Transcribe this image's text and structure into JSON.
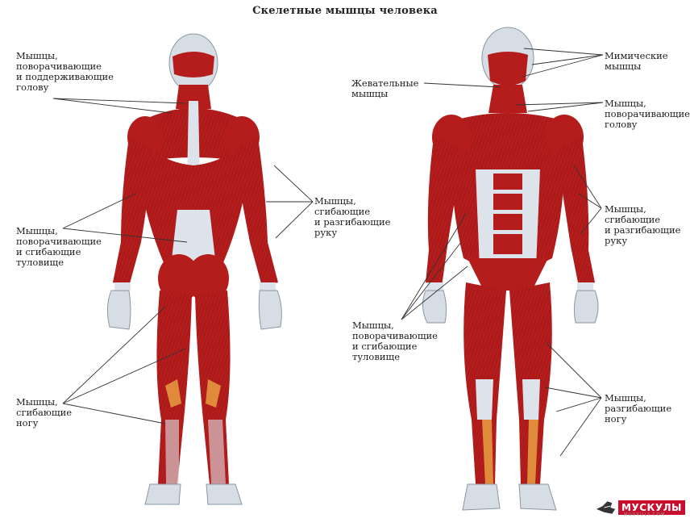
{
  "title": "Скелетные мышцы человека",
  "colors": {
    "muscle": "#b51d1d",
    "muscle_dark": "#7e0f10",
    "muscle_light": "#d9494a",
    "tendon": "#dde3ea",
    "tendon_shade": "#aeb8c4",
    "orange": "#e08a3c",
    "line": "#333333"
  },
  "labels": {
    "back_head": "Мышцы,\nповорачивающие\nи поддерживающие\nголову",
    "back_arm": "Мышцы,\nсгибающие\nи разгибающие\nруку",
    "back_torso": "Мышцы,\nповорачивающие\nи сгибающие\nтуловище",
    "back_leg": "Мышцы,\nсгибающие\nногу",
    "front_chewing": "Жевательные\nмышцы",
    "front_mimic": "Мимические\nмышцы",
    "front_head": "Мышцы,\nповорачивающие\nголову",
    "front_arm": "Мышцы,\nсгибающие\nи разгибающие\nруку",
    "front_torso": "Мышцы,\nповорачивающие\nи сгибающие\nтуловище",
    "front_leg": "Мышцы,\nразгибающие\nногу"
  },
  "logo": {
    "text": "МУСКУЛЫ",
    "sub": "MUSKULY.COM"
  }
}
